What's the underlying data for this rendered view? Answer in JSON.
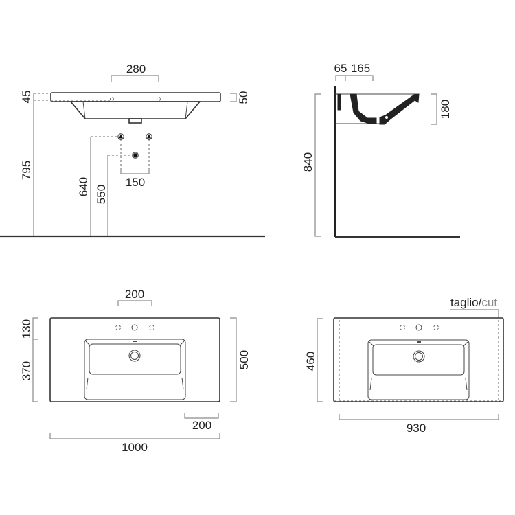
{
  "colors": {
    "line": "#333333",
    "dimension": "#8a8a8a",
    "text": "#222222",
    "cut_label": "#8a8a8a"
  },
  "front_view": {
    "dims": {
      "tap_spacing": "280",
      "top_thickness": "45",
      "rim_height": "50",
      "top_height": "795",
      "supply_height": "640",
      "waste_height": "550",
      "supply_spacing": "150"
    },
    "icons": [
      "hot-supply-icon",
      "cold-supply-icon",
      "waste-outlet-icon"
    ]
  },
  "side_view": {
    "dims": {
      "wall_offset": "65",
      "bowl_offset": "165",
      "basin_depth": "180",
      "total_height": "840"
    }
  },
  "plan_view": {
    "dims": {
      "tap_hole_spacing": "200",
      "back_depth": "130",
      "bowl_depth": "370",
      "overall_depth": "500",
      "side_ledge": "200",
      "overall_width": "1000"
    }
  },
  "cut_plan_view": {
    "cut_label_main": "taglio/",
    "cut_label_secondary": "cut",
    "dims": {
      "cut_depth": "460",
      "cut_width": "930"
    }
  }
}
